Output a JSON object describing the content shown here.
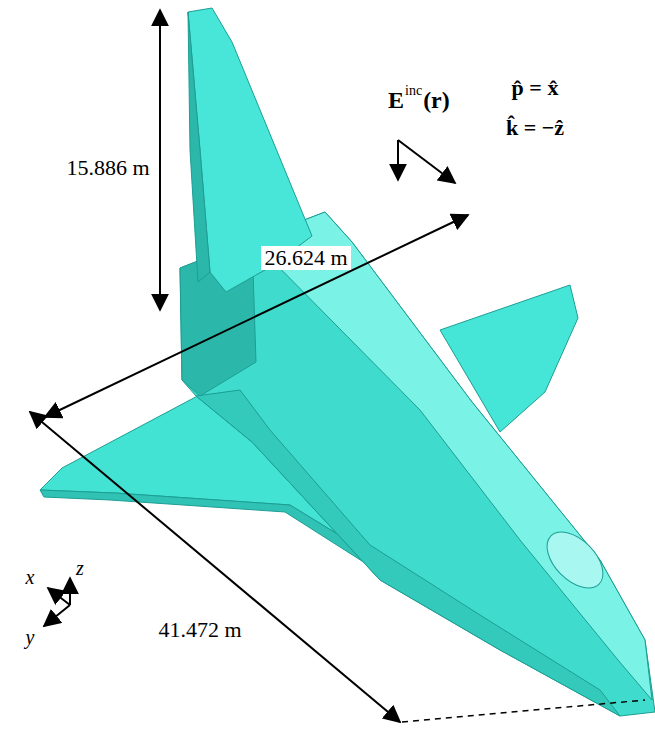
{
  "diagram": {
    "labels": [
      "15.886 m",
      "26.624 m",
      "41.472 m",
      "E",
      "inc",
      "(r)",
      "p̂ = x̂",
      "k̂ = −ẑ",
      "x",
      "z",
      "y"
    ]
  }
}
